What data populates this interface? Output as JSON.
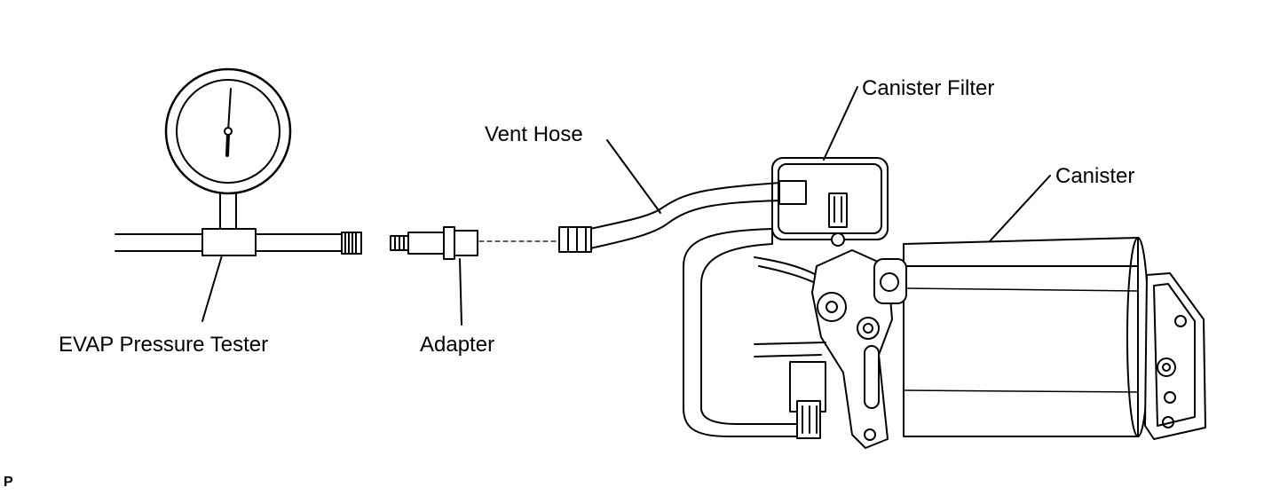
{
  "labels": {
    "evap_pressure_tester": "EVAP Pressure Tester",
    "adapter": "Adapter",
    "vent_hose": "Vent Hose",
    "canister_filter": "Canister Filter",
    "canister": "Canister",
    "figure_code": "P"
  },
  "colors": {
    "stroke": "#000000",
    "fill": "#ffffff"
  }
}
